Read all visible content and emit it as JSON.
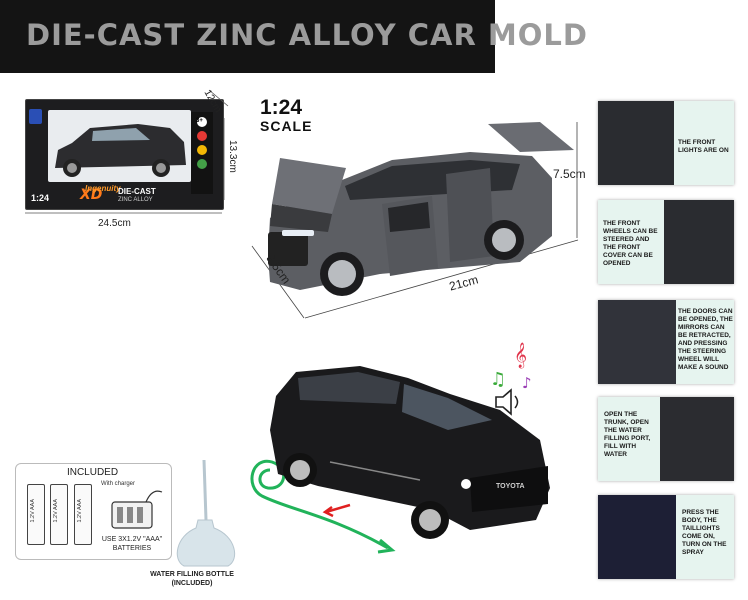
{
  "banner": {
    "title": "DIE-CAST ZINC ALLOY CAR MOLD"
  },
  "package": {
    "scale_label": "1:24",
    "brand_script": "Ingenuity",
    "brand_title": "DIE-CAST",
    "brand_sub": "ZINC ALLOY",
    "badge_logo": "XD",
    "age_badge": "3+",
    "dim_height": "12cm",
    "dim_depth": "13.3cm",
    "dim_width": "24.5cm"
  },
  "scale": {
    "number": "1:24",
    "word": "SCALE"
  },
  "model_dims": {
    "height": "7.5cm",
    "length": "21cm",
    "width": "9.5cm"
  },
  "grille_text": "TOYOTA",
  "features": [
    {
      "caption": "THE FRONT LIGHTS ARE ON"
    },
    {
      "caption": "THE FRONT WHEELS CAN BE STEERED AND THE FRONT COVER CAN BE OPENED"
    },
    {
      "caption": "THE DOORS CAN BE OPENED, THE MIRRORS CAN BE RETRACTED, AND PRESSING THE STEERING WHEEL WILL MAKE A SOUND"
    },
    {
      "caption": "OPEN THE TRUNK, OPEN THE WATER FILLING PORT, FILL WITH WATER"
    },
    {
      "caption": "PRESS THE BODY, THE TAILLIGHTS COME ON, TURN ON THE SPRAY"
    }
  ],
  "included": {
    "title": "INCLUDED",
    "battery_label": "1.2V AAA",
    "charger_label": "With charger",
    "note": "USE 3X1.2V \"AAA\" BATTERIES"
  },
  "bottle": {
    "label": "WATER FILLING BOTTLE (INCLUDED)"
  },
  "colors": {
    "banner_bg": "#141414",
    "banner_text": "#9b9b9b",
    "car": "#2b2b2e",
    "green_accent": "#21b35a",
    "red_accent": "#e02020"
  }
}
